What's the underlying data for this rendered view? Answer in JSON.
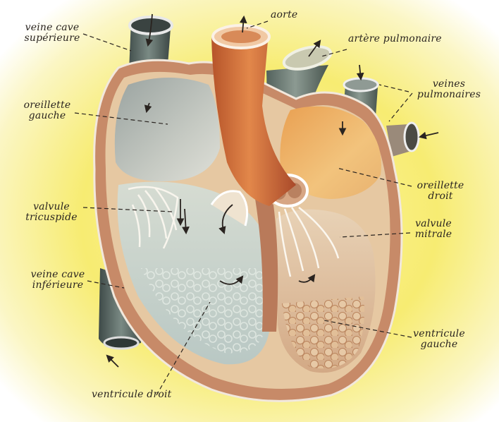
{
  "labels": {
    "veine_cave_superieure": [
      "veine cave",
      "supérieure"
    ],
    "aorte": "aorte",
    "artere_pulmonaire": "artère pulmonaire",
    "veines_pulmonaires": [
      "veines",
      "pulmonaires"
    ],
    "oreillette_gauche": [
      "oreillette",
      "gauche"
    ],
    "oreillette_droit": [
      "oreillette",
      "droit"
    ],
    "valvule_tricuspide": [
      "valvule",
      "tricuspide"
    ],
    "valvule_mitrale": [
      "valvule",
      "mitrale"
    ],
    "veine_cave_inferieure": [
      "veine cave",
      "inférieure"
    ],
    "ventricule_gauche": [
      "ventricule",
      "gauche"
    ],
    "ventricule_droit": "ventricule droit"
  },
  "colors": {
    "background_glow": "#fbf08a",
    "background_edge": "#ffffff",
    "myocardium": "#c98a6a",
    "aorta": "#d9703a",
    "vena_cava": "#5d6f6a",
    "atrium_right_interior": "#e6a860",
    "ventricle_left_interior": "#dcc7b0",
    "ventricle_right_interior": "#c9d3c8",
    "label_text": "#2a2420"
  }
}
